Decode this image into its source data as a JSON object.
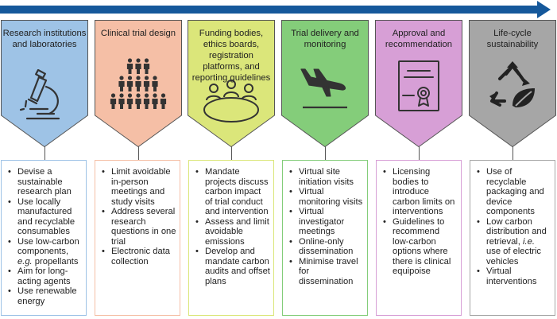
{
  "colors": {
    "arrow": "#15589b",
    "stroke": "#555555",
    "stage_fills": [
      "#9ec3e6",
      "#f5bfa6",
      "#dbe67a",
      "#84cd7a",
      "#d79fd6",
      "#a6a6a6"
    ],
    "box_borders": [
      "#9ec3e6",
      "#f5bfa6",
      "#dbe67a",
      "#84cd7a",
      "#d79fd6",
      "#a6a6a6"
    ]
  },
  "stages": [
    {
      "title": "Research institutions and laboratories",
      "icon": "microscope-icon",
      "items": [
        "Devise a sustainable research plan",
        "Use locally manufactured and recyclable consumables",
        "Use low-carbon components, e.g. propellants",
        "Aim for long-acting agents",
        "Use renewable energy"
      ]
    },
    {
      "title": "Clinical trial design",
      "icon": "people-group-icon",
      "items": [
        "Limit avoidable in-person meetings and study visits",
        "Address several research questions in one trial",
        "Electronic data collection"
      ]
    },
    {
      "title": "Funding bodies, ethics boards, registration platforms, and reporting guidelines",
      "icon": "meeting-table-icon",
      "items": [
        "Mandate projects discuss carbon impact of trial conduct and intervention",
        "Assess and limit avoidable emissions",
        "Develop and mandate carbon audits and offset plans"
      ]
    },
    {
      "title": "Trial delivery and monitoring",
      "icon": "airplane-landing-icon",
      "items": [
        "Virtual site initiation visits",
        "Virtual monitoring visits",
        "Virtual investigator meetings",
        "Online-only dissemination",
        "Minimise travel for dissemination"
      ]
    },
    {
      "title": "Approval and recommendation",
      "icon": "certificate-icon",
      "items": [
        "Licensing bodies to introduce carbon limits on interventions",
        "Guidelines to recommend low-carbon options where there is clinical equipoise"
      ]
    },
    {
      "title": "Life-cycle sustainability",
      "icon": "recycle-leaf-icon",
      "items": [
        "Use of recyclable packaging and device components",
        "Low carbon distribution and retrieval, i.e. use of electric vehicles",
        "Virtual interventions"
      ]
    }
  ]
}
